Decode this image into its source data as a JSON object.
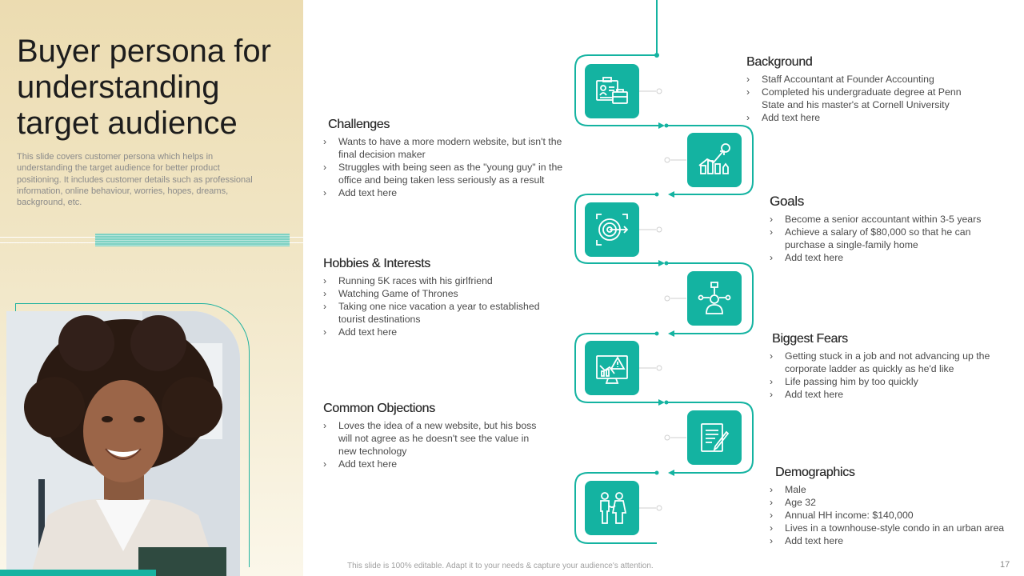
{
  "slide": {
    "title": "Buyer persona for understanding target audience",
    "description": "This slide covers customer persona which helps in understanding the target audience for better product positioning. It includes customer details such as professional information, online behaviour, worries, hopes, dreams, background, etc.",
    "footer": "This slide is 100% editable.  Adapt it to your needs & capture your audience's attention.",
    "page_number": "17"
  },
  "colors": {
    "accent": "#14b3a1",
    "panel": "#ecdcb1"
  },
  "icons": [
    "id-card-briefcase-icon",
    "growth-chart-icon",
    "target-icon",
    "network-person-icon",
    "warning-chart-icon",
    "document-pen-icon",
    "couple-icon"
  ],
  "sections": {
    "background": {
      "title": "Background",
      "items": [
        "Staff Accountant at Founder Accounting",
        "Completed  his undergraduate  degree  at Penn State and his master's at Cornell University",
        "Add text here"
      ]
    },
    "challenges": {
      "title": "Challenges",
      "items": [
        "Wants to have  a more modern  website,  but isn't the final decision maker",
        "Struggles with being seen as the \"young guy\" in the office  and being taken less seriously as a result",
        "Add text here"
      ]
    },
    "goals": {
      "title": "Goals",
      "items": [
        "Become  a senior accountant within 3-5 years",
        "Achieve  a salary of $80,000  so that he can purchase a single-family  home",
        "Add text here"
      ]
    },
    "hobbies": {
      "title": "Hobbies & Interests",
      "items": [
        "Running  5K races with his girlfriend",
        "Watching Game of Thrones",
        "Taking one nice vacation  a year to established tourist destinations",
        "Add text here"
      ]
    },
    "fears": {
      "title": "Biggest Fears",
      "items": [
        "Getting stuck in a job and not advancing  up the corporate ladder as quickly as he'd like",
        "Life passing him by too quickly",
        "Add text here"
      ]
    },
    "objections": {
      "title": "Common Objections",
      "items": [
        "Loves  the idea of a new website,  but his boss will not agree as he doesn't see the value  in new technology",
        "Add text here"
      ]
    },
    "demographics": {
      "title": "Demographics",
      "items": [
        "Male",
        "Age 32",
        "Annual  HH income: $140,000",
        "Lives  in a townhouse-style condo in an urban area",
        "Add text here"
      ]
    }
  }
}
